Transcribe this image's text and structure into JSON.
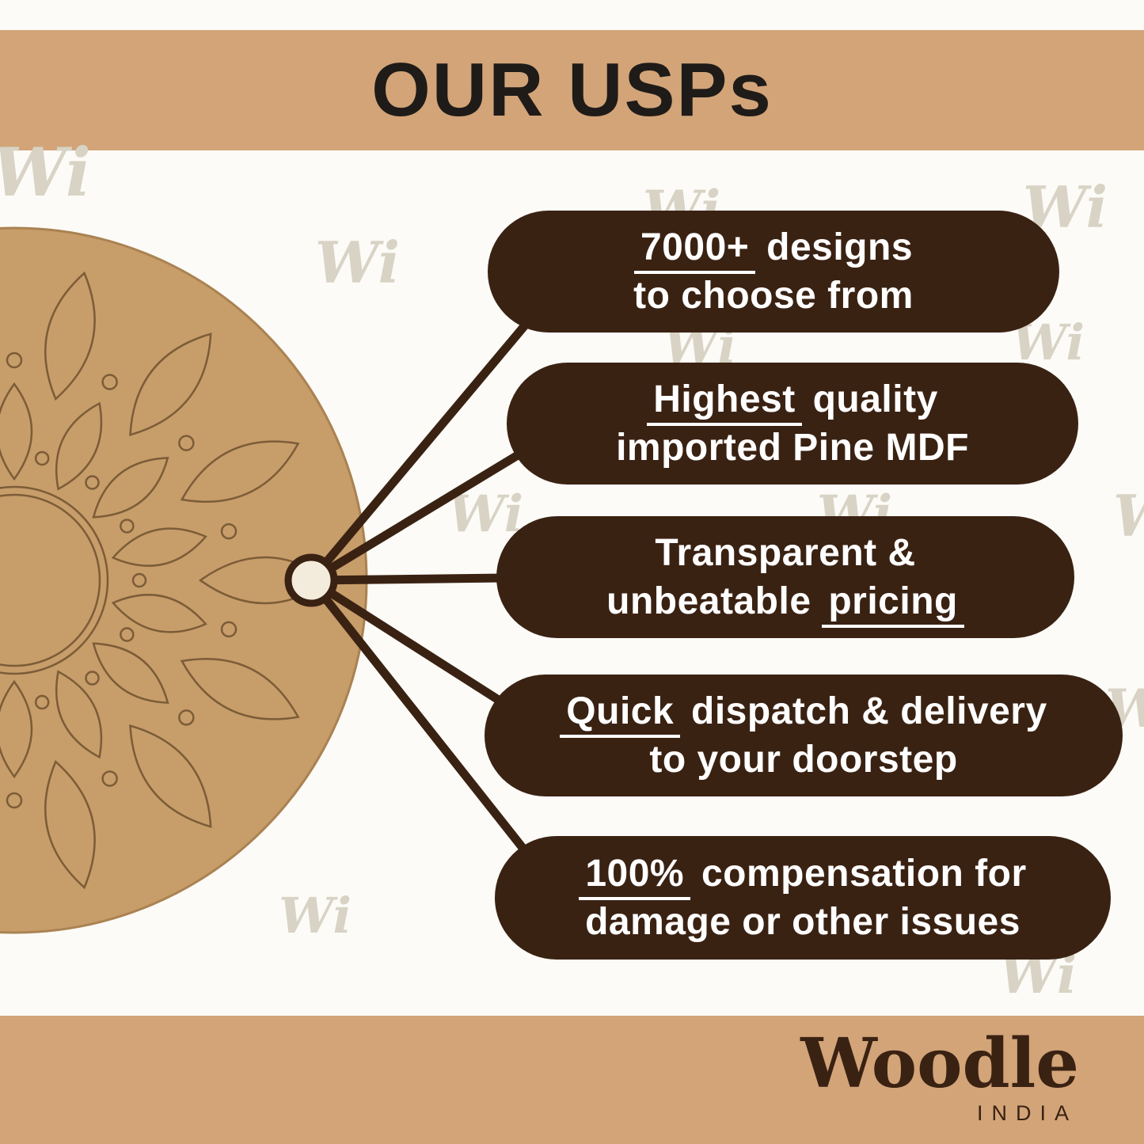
{
  "header": {
    "title": "OUR USPs"
  },
  "watermark": {
    "text": "Wi"
  },
  "callouts": [
    {
      "lines": [
        [
          {
            "t": "7000+",
            "u": true
          },
          {
            "t": " designs",
            "u": false
          }
        ],
        [
          {
            "t": "to choose from",
            "u": false
          }
        ]
      ]
    },
    {
      "lines": [
        [
          {
            "t": "Highest",
            "u": true
          },
          {
            "t": " quality",
            "u": false
          }
        ],
        [
          {
            "t": "imported Pine MDF",
            "u": false
          }
        ]
      ]
    },
    {
      "lines": [
        [
          {
            "t": "Transparent &",
            "u": false
          }
        ],
        [
          {
            "t": "unbeatable ",
            "u": false
          },
          {
            "t": "pricing",
            "u": true
          }
        ]
      ]
    },
    {
      "lines": [
        [
          {
            "t": "Quick",
            "u": true
          },
          {
            "t": " dispatch & delivery",
            "u": false
          }
        ],
        [
          {
            "t": "to your doorstep",
            "u": false
          }
        ]
      ]
    },
    {
      "lines": [
        [
          {
            "t": "100%",
            "u": true
          },
          {
            "t": " compensation for",
            "u": false
          }
        ],
        [
          {
            "t": "damage or other issues",
            "u": false
          }
        ]
      ]
    }
  ],
  "footer": {
    "brand": "Woodle",
    "country": "INDIA"
  },
  "colors": {
    "band": "#d2a478",
    "pill": "#3a2213",
    "disc": "#c79d69",
    "engraving": "#7c5c38",
    "hub_fill": "#f3ebdb"
  }
}
